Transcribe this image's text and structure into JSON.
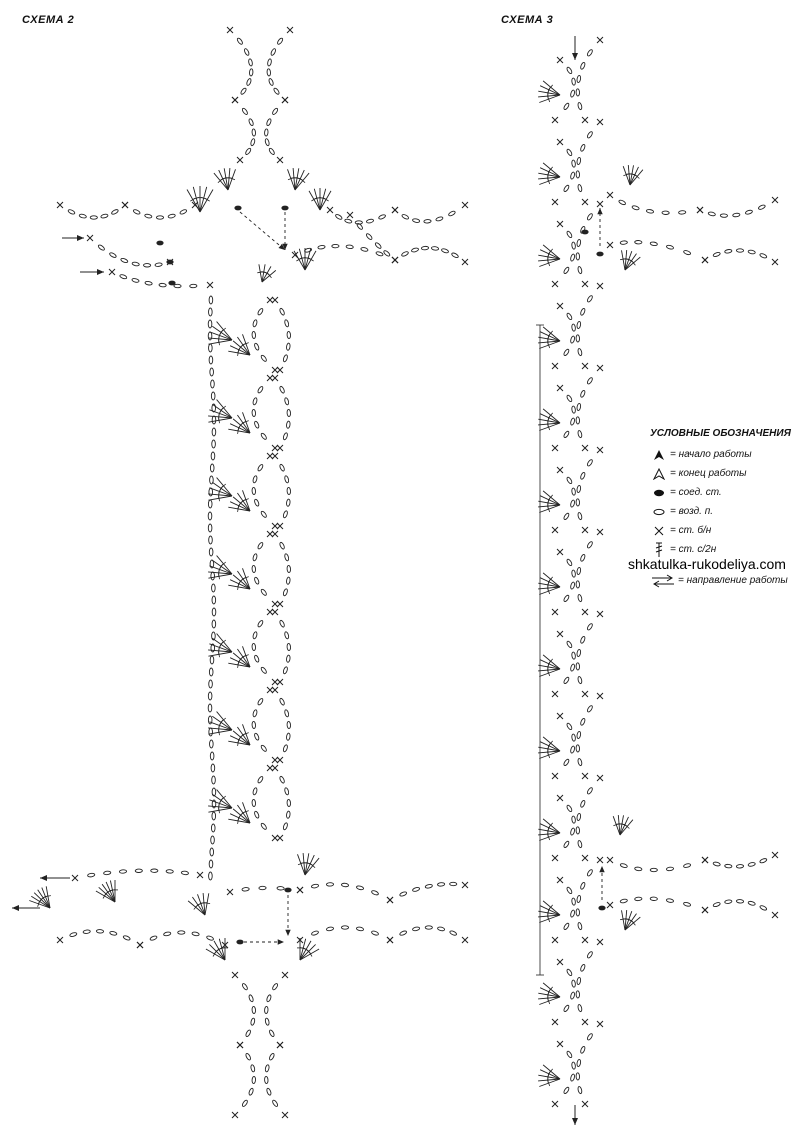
{
  "titles": {
    "scheme2": "СХЕМА 2",
    "scheme3": "СХЕМА 3"
  },
  "legend": {
    "title": "УСЛОВНЫЕ ОБОЗНАЧЕНИЯ",
    "items": [
      {
        "icon": "start-arrow-icon",
        "label": "= начало работы"
      },
      {
        "icon": "end-arrow-icon",
        "label": "= конец работы"
      },
      {
        "icon": "slip-stitch-icon",
        "label": "= соед. ст."
      },
      {
        "icon": "chain-stitch-icon",
        "label": "= возд. п."
      },
      {
        "icon": "single-crochet-icon",
        "label": "= ст. б/н"
      },
      {
        "icon": "double-crochet-icon",
        "label": "= ст. с/2н"
      },
      {
        "icon": "direction-arrows-icon",
        "label": "= направление работы"
      }
    ]
  },
  "watermark": "shkatulka-rukodeliya.com",
  "colors": {
    "ink": "#222222",
    "background": "#ffffff"
  }
}
